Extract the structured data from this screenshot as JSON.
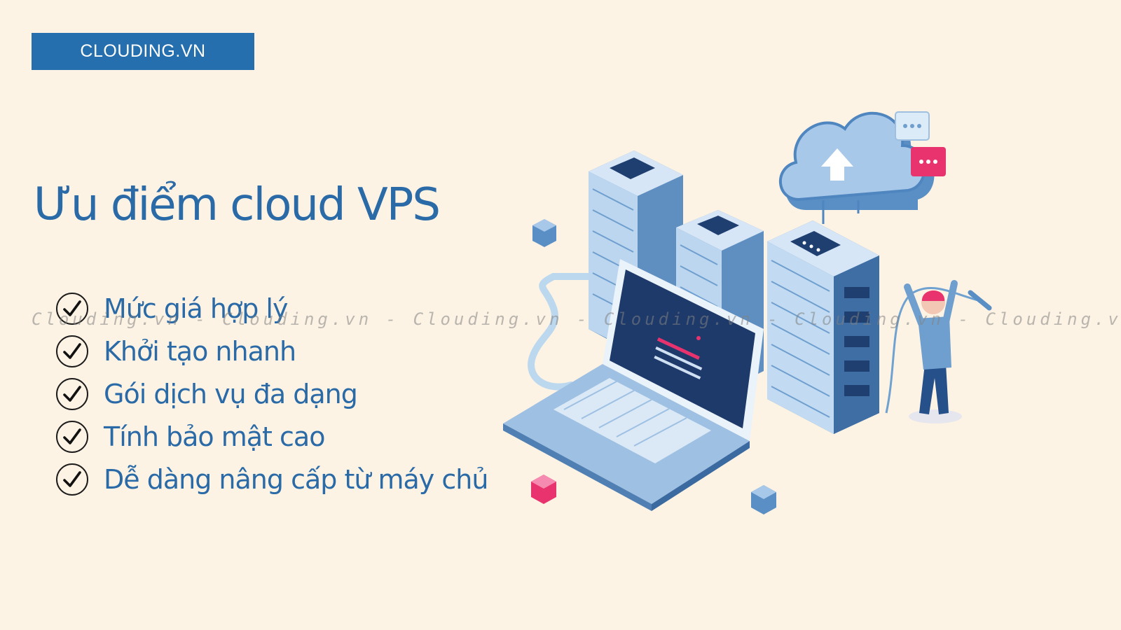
{
  "brand": {
    "label": "CLOUDING.VN"
  },
  "heading": "Ưu điểm cloud VPS",
  "benefits": [
    {
      "label": "Mức giá hợp lý"
    },
    {
      "label": "Khởi tạo nhanh"
    },
    {
      "label": "Gói dịch vụ đa dạng"
    },
    {
      "label": "Tính bảo mật cao"
    },
    {
      "label": "Dễ dàng nâng cấp từ máy chủ"
    }
  ],
  "watermark": "Clouding.vn - Clouding.vn - Clouding.vn - Clouding.vn - Clouding.vn - Clouding.vn",
  "colors": {
    "background": "#fdf3e4",
    "brand": "#256fae",
    "heading": "#2a6aa7",
    "accent_pink": "#e8336e"
  },
  "icons": {
    "benefit_marker": "check-circle-icon",
    "illustration": "servers-cloud-laptop-illustration"
  }
}
